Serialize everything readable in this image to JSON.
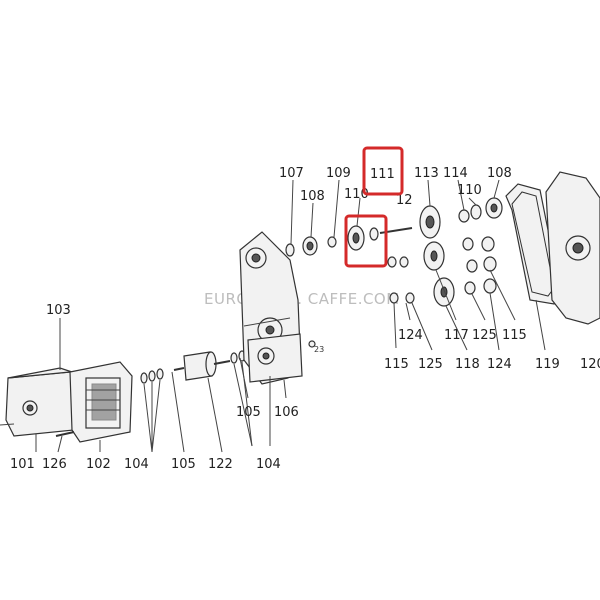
{
  "watermark": "EUROMAT ... CAFFE.COM",
  "labels": {
    "l101": "101",
    "l126": "126",
    "l102": "102",
    "l104a": "104",
    "l105a": "105",
    "l122": "122",
    "l104b": "104",
    "l103": "103",
    "l105b": "105",
    "l106": "106",
    "l107": "107",
    "l108a": "108",
    "l109": "109",
    "l110a": "110",
    "l111": "111",
    "l112": "12",
    "l113": "113",
    "l114": "114",
    "l110b": "110",
    "l108b": "108",
    "l124a": "124",
    "l115a": "115",
    "l125a": "125",
    "l117": "117",
    "l118": "118",
    "l125b": "125",
    "l124b": "124",
    "l115b": "115",
    "l119": "119",
    "l120": "120",
    "l123": "23"
  },
  "highlight_color": "#d42a2a",
  "highlighted_parts": [
    "111"
  ]
}
